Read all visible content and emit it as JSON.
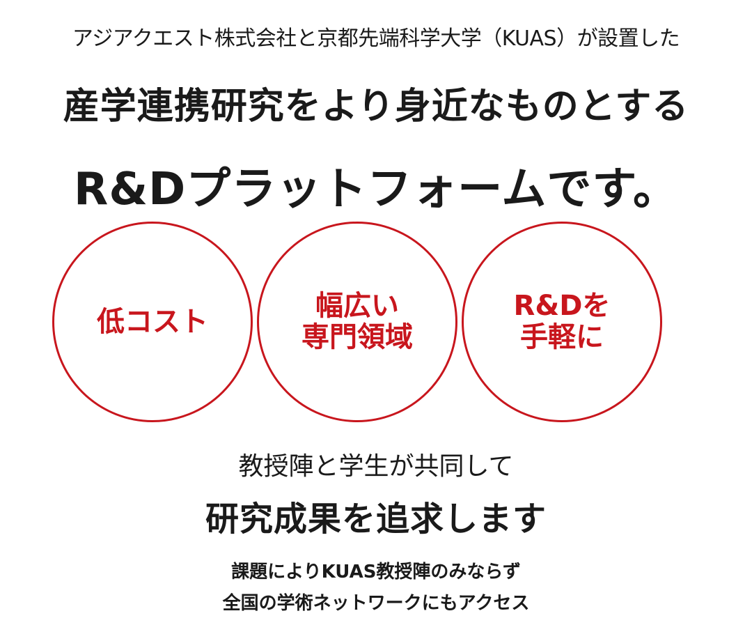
{
  "intro": "アジアクエスト株式会社と京都先端科学大学（KUAS）が設置した",
  "headline": {
    "line1": "産学連携研究をより身近なものとする",
    "line2": "R&Dプラットフォームです。"
  },
  "features": [
    {
      "line1": "低コスト",
      "line2": ""
    },
    {
      "line1": "幅広い",
      "line2": "専門領域"
    },
    {
      "line1": "R&Dを",
      "line2": "手軽に"
    }
  ],
  "collaboration": {
    "line1": "教授陣と学生が共同して",
    "line2": "研究成果を追求します"
  },
  "network": {
    "line1": "課題によりKUAS教授陣のみならず",
    "line2": "全国の学術ネットワークにもアクセス"
  },
  "colors": {
    "accent": "#c8161d",
    "text": "#1a1a1a",
    "background": "#ffffff"
  }
}
